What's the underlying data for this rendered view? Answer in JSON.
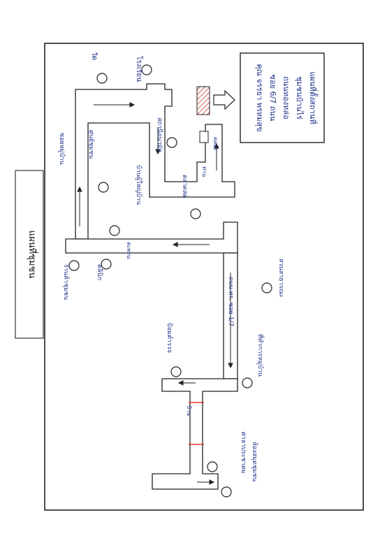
{
  "title_box": {
    "text": "แผนที่ชุมชน"
  },
  "info_box": {
    "lines": [
      "แผนที่ตั้งสถานที่",
      "ชุมชนบ้านไร่",
      "ถนนทองหล่อ",
      "ซอย 6/7 ถนน",
      "คุณ จรรยา พรหมสุข"
    ]
  },
  "labels": {
    "temple": "วัด",
    "school": "โรงเรียน",
    "health": "สถานีอนามัย",
    "community_center": "ศูนย์ชุมชน",
    "house_leader": "บ้านผู้ใหญ่บ้าน",
    "market": "ตลาดสด",
    "shop": "ร้านค้าชุมชน",
    "clinic": "คลินิก",
    "park": "สวนสาธารณะ",
    "police": "ป้อมตำรวจ",
    "village_office": "ที่ทำการหมู่บ้าน",
    "mosque": "ศาลาประชาคม",
    "library": "ห้องสมุดชุมชน",
    "road_main": "ถนน ทร. ซอย 1/7",
    "road_side": "ซอยหมู่บ้าน",
    "canal": "คลอง",
    "bridge": "สะพาน",
    "target": "บ้าน",
    "you": "ท่าน"
  }
}
